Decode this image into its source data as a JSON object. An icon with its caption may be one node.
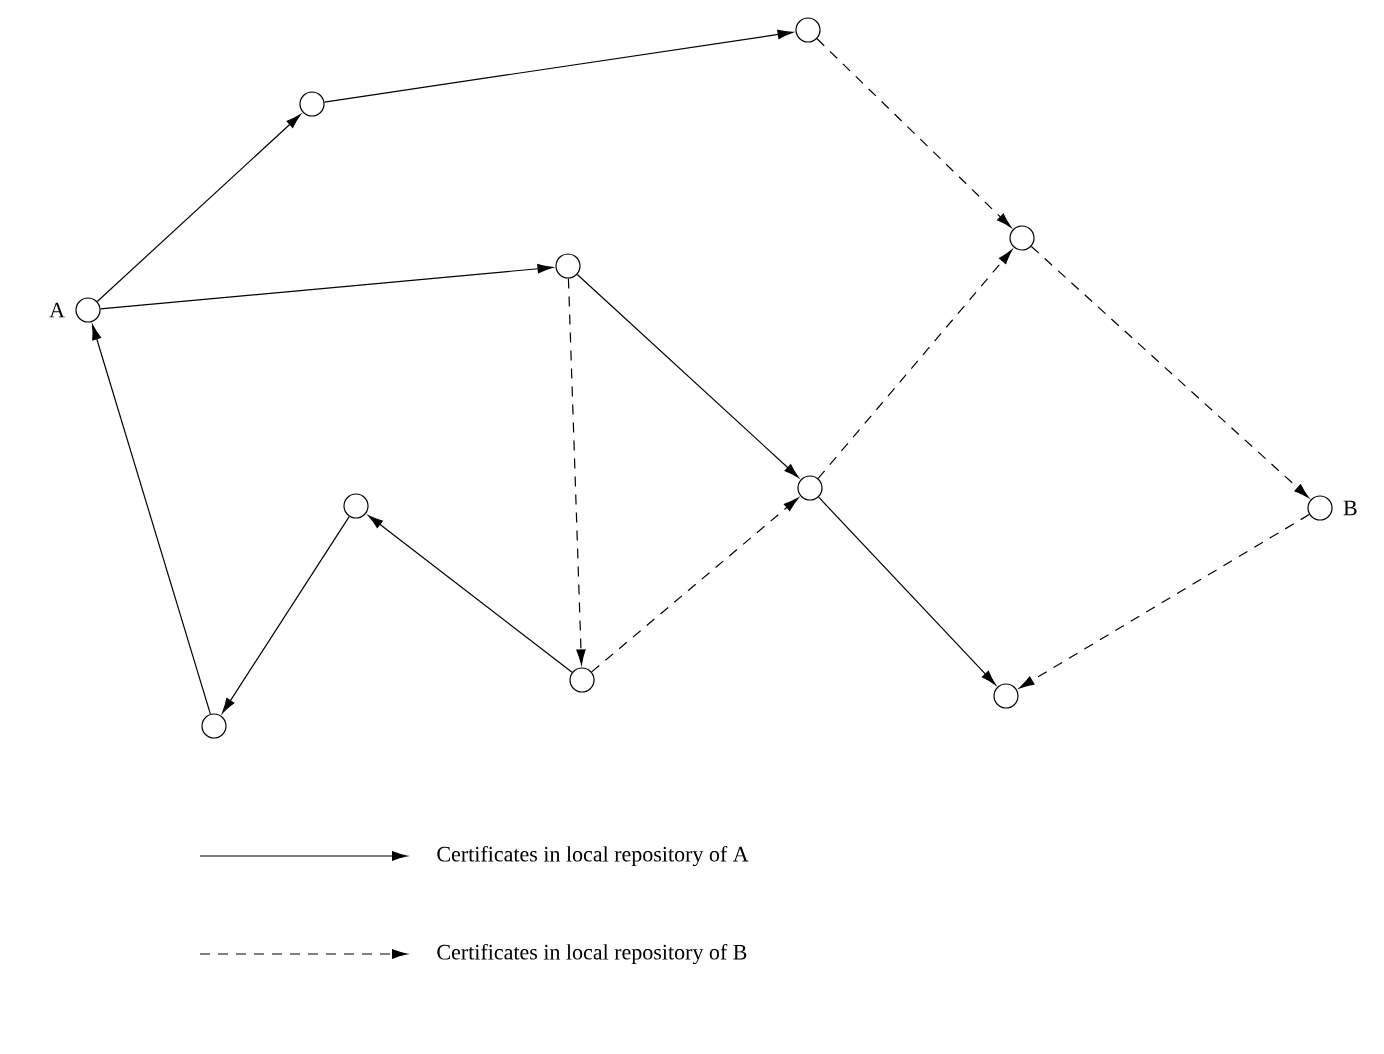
{
  "diagram": {
    "nodes": [
      {
        "text": [],
        "shape": "circle",
        "beside": [
          "A"
        ]
      },
      {
        "text": [],
        "shape": "circle"
      },
      {
        "text": [],
        "shape": "circle"
      },
      {
        "text": [],
        "shape": "circle"
      },
      {
        "text": [],
        "shape": "circle"
      },
      {
        "text": [],
        "shape": "circle"
      },
      {
        "text": [],
        "shape": "circle"
      },
      {
        "text": [],
        "shape": "circle"
      },
      {
        "text": [],
        "shape": "circle"
      },
      {
        "text": [],
        "shape": "circle"
      },
      {
        "text": [],
        "shape": "circle",
        "beside": [
          "B"
        ]
      }
    ],
    "edges": [
      {
        "from": 0,
        "to": 1,
        "arrow": "to"
      },
      {
        "from": 1,
        "to": 2,
        "arrow": "to"
      },
      {
        "from": 0,
        "to": 3,
        "arrow": "to"
      },
      {
        "from": 3,
        "to": 5,
        "arrow": "to"
      },
      {
        "from": 5,
        "to": 9,
        "arrow": "to"
      },
      {
        "from": 8,
        "to": 6,
        "arrow": "to"
      },
      {
        "from": 6,
        "to": 7,
        "arrow": "to"
      },
      {
        "from": 7,
        "to": 0,
        "arrow": "to"
      },
      {
        "from": 2,
        "to": 4,
        "arrow": "to",
        "style": "dashed"
      },
      {
        "from": 4,
        "to": 10,
        "arrow": "to",
        "style": "dashed"
      },
      {
        "from": 3,
        "to": 8,
        "arrow": "to",
        "style": "dashed"
      },
      {
        "from": 8,
        "to": 5,
        "arrow": "to",
        "style": "dashed"
      },
      {
        "from": 5,
        "to": 4,
        "arrow": "to",
        "style": "dashed"
      },
      {
        "from": 10,
        "to": 9,
        "arrow": "to",
        "style": "dashed"
      }
    ],
    "legend": [
      {
        "text": "Certificates in local repository of A"
      },
      {
        "text": "Certificates in local repository of B"
      }
    ]
  }
}
